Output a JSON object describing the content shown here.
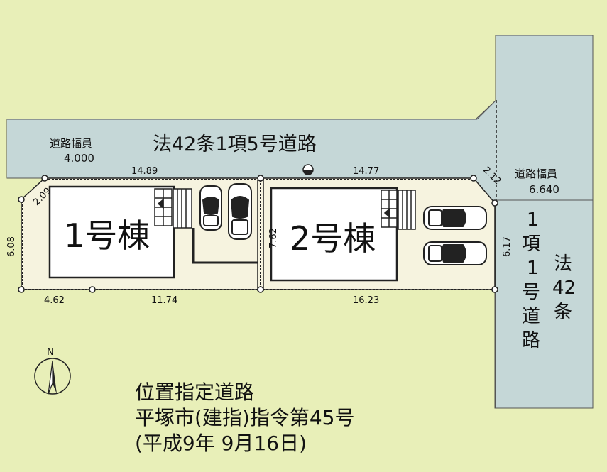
{
  "colors": {
    "background": "#e8efb8",
    "road": "#c5d7d7",
    "lot": "#f6f3df",
    "outline": "#222222"
  },
  "top_road": {
    "name": "法42条1項5号道路",
    "width_label": "道路幅員",
    "width_value": "4.000"
  },
  "right_road": {
    "width_label": "道路幅員",
    "width_value": "6.640",
    "vertical_name_left": [
      "1",
      "項",
      "1",
      "号",
      "道",
      "路"
    ],
    "vertical_name_right": [
      "法",
      "42",
      "条"
    ]
  },
  "buildings": [
    {
      "label": "1号棟"
    },
    {
      "label": "2号棟"
    }
  ],
  "dimensions": {
    "top_left": "14.89",
    "top_right": "14.77",
    "corner_left": "2.09",
    "corner_right": "2.12",
    "left_side": "6.08",
    "middle_depth": "7.62",
    "right_side": "6.17",
    "bottom_a": "4.62",
    "bottom_b": "11.74",
    "bottom_c": "16.23"
  },
  "compass": {
    "north": "N"
  },
  "notes": [
    "位置指定道路",
    "平塚市(建指)指令第45号",
    "(平成9年 9月16日)"
  ]
}
